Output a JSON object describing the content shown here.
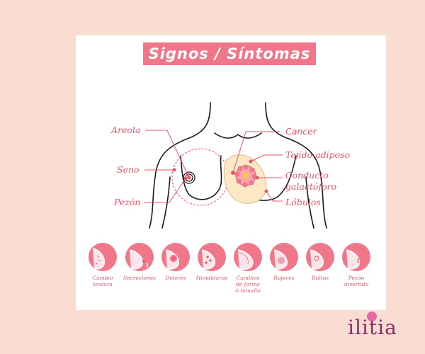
{
  "title": "Signos / Síntomas",
  "left_labels": [
    {
      "id": "areola",
      "text": "Areola"
    },
    {
      "id": "seno",
      "text": "Seno"
    },
    {
      "id": "pezon",
      "text": "Pezón"
    }
  ],
  "right_labels": [
    {
      "id": "cancer",
      "text": "Cancer"
    },
    {
      "id": "tejido",
      "text": "Tejido adiposo"
    },
    {
      "id": "conducto1",
      "text": "Conducto"
    },
    {
      "id": "conducto2",
      "text": "galactóforo"
    },
    {
      "id": "lobulos",
      "text": "Lóbulos"
    }
  ],
  "symptoms": [
    {
      "icon": "texture-change-icon",
      "lines": [
        "Cambio",
        "textura"
      ]
    },
    {
      "icon": "secretions-icon",
      "lines": [
        "Secreciones"
      ]
    },
    {
      "icon": "pain-icon",
      "lines": [
        "Dolores"
      ]
    },
    {
      "icon": "dimpling-icon",
      "lines": [
        "Hendiduras"
      ]
    },
    {
      "icon": "shape-change-icon",
      "lines": [
        "Cambios",
        "de forma",
        "ó tamaño"
      ]
    },
    {
      "icon": "redness-icon",
      "lines": [
        "Rojeces"
      ]
    },
    {
      "icon": "lumps-icon",
      "lines": [
        "Bultos"
      ]
    },
    {
      "icon": "inverted-nipple-icon",
      "lines": [
        "Pezón",
        "invertido"
      ]
    }
  ],
  "brand": "ilitia",
  "colors": {
    "accent": "#f07689",
    "label": "#e8546a",
    "background": "#f9ddd0",
    "brand": "#8c2a6a"
  }
}
